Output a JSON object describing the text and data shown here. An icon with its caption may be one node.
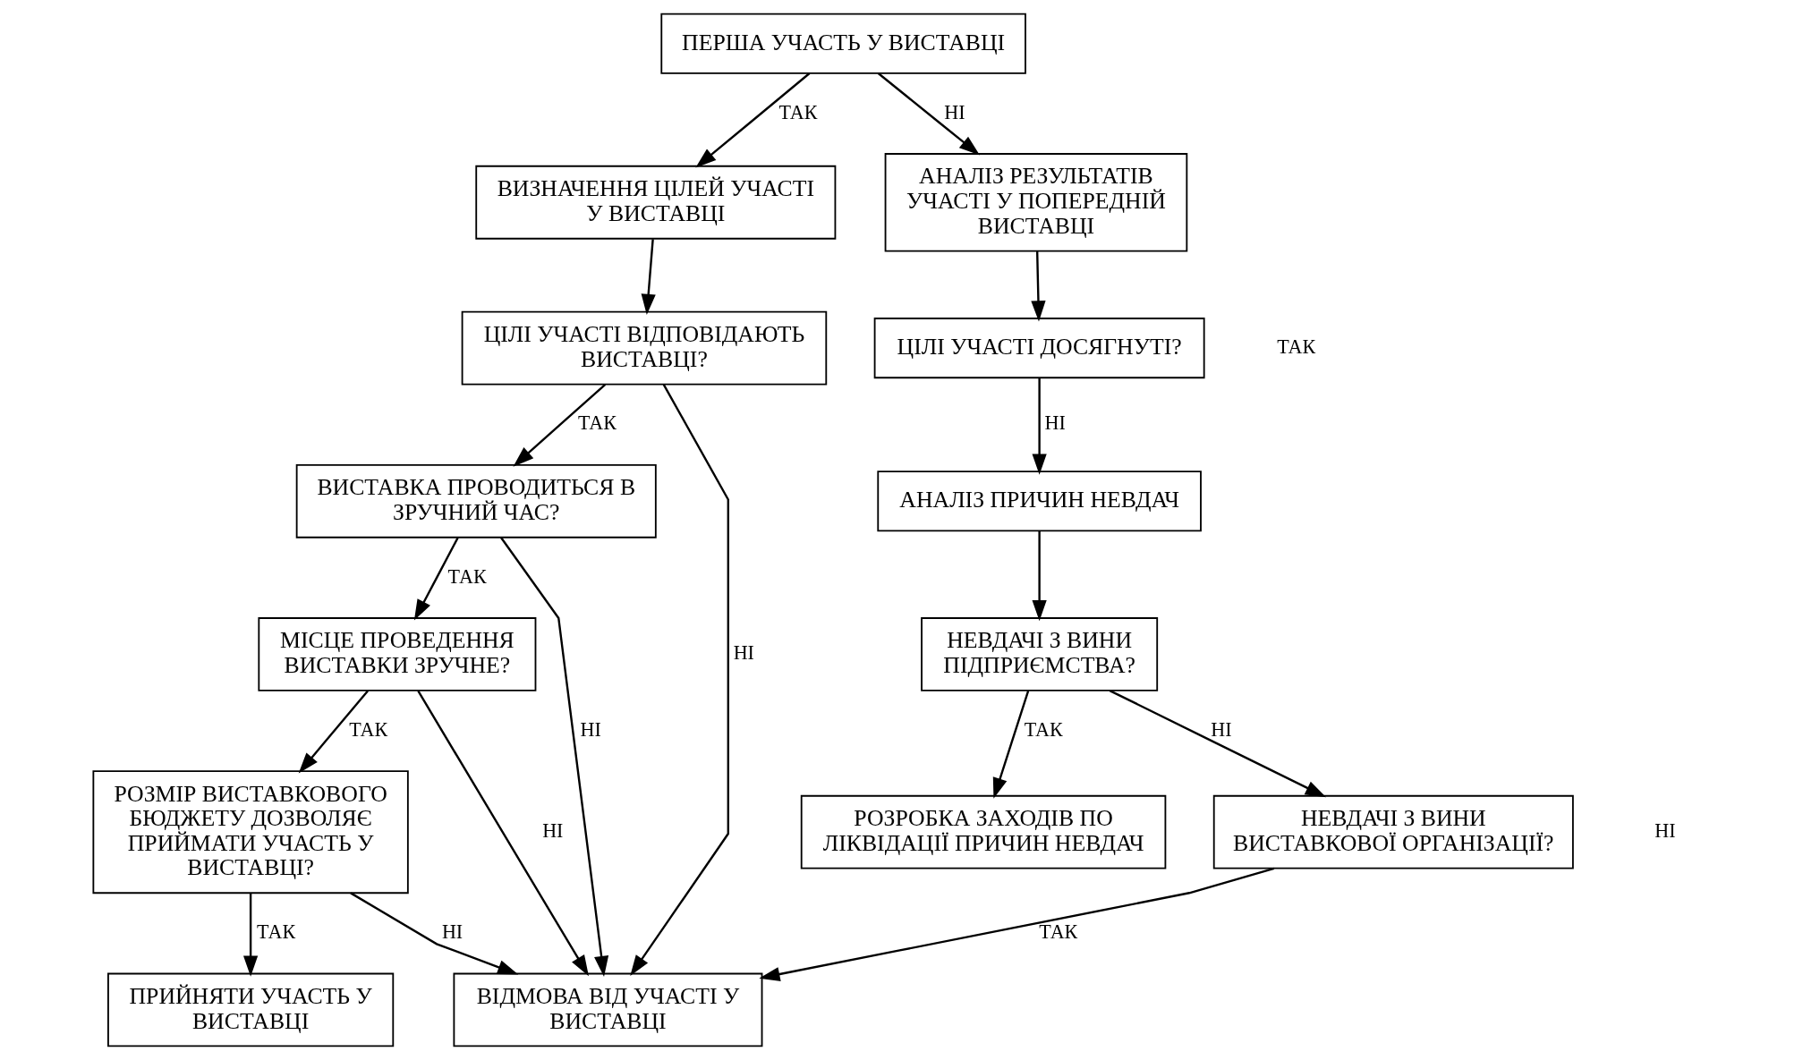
{
  "diagram": {
    "nodes": [
      {
        "text": [
          "ПЕРША УЧАСТЬ У ВИСТАВЦІ"
        ]
      },
      {
        "text": [
          "ВИЗНАЧЕННЯ ЦІЛЕЙ УЧАСТІ У ВИСТАВЦІ"
        ]
      },
      {
        "text": [
          "АНАЛІЗ РЕЗУЛЬТАТІВ УЧАСТІ У ПОПЕРЕДНІЙ ВИСТАВЦІ"
        ]
      },
      {
        "text": [
          "ЦІЛІ УЧАСТІ ВІДПОВІДАЮТЬ ВИСТАВЦІ?"
        ]
      },
      {
        "text": [
          "ЦІЛІ УЧАСТІ ДОСЯГНУТІ?"
        ]
      },
      {
        "text": [
          "ВИСТАВКА ПРОВОДИТЬСЯ В ЗРУЧНИЙ ЧАС?"
        ]
      },
      {
        "text": [
          "АНАЛІЗ ПРИЧИН НЕВДАЧ"
        ]
      },
      {
        "text": [
          "МІСЦЕ ПРОВЕДЕННЯ ВИСТАВКИ ЗРУЧНЕ?"
        ]
      },
      {
        "text": [
          "НЕВДАЧІ З ВИНИ ПІДПРИЄМСТВА?"
        ]
      },
      {
        "text": [
          "РОЗМІР ВИСТАВКОВОГО БЮДЖЕТУ ДОЗВОЛЯЄ ПРИЙМАТИ УЧАСТЬ У ВИСТАВЦІ?"
        ]
      },
      {
        "text": [
          "РОЗРОБКА ЗАХОДІВ ПО ЛІКВІДАЦІЇ ПРИЧИН НЕВДАЧ"
        ]
      },
      {
        "text": [
          "НЕВДАЧІ З ВИНИ ВИСТАВКОВОЇ ОРГАНІЗАЦІЇ?"
        ]
      },
      {
        "text": [
          "ПРИЙНЯТИ УЧАСТЬ У ВИСТАВЦІ"
        ]
      },
      {
        "text": [
          "ВІДМОВА ВІД УЧАСТІ У ВИСТАВЦІ"
        ]
      }
    ],
    "edges": [
      {
        "from": 0,
        "to": 1,
        "arrow": "to",
        "label": "ТАК"
      },
      {
        "from": 0,
        "to": 2,
        "arrow": "to",
        "label": "НІ"
      },
      {
        "from": 1,
        "to": 3,
        "arrow": "to"
      },
      {
        "from": 3,
        "to": 5,
        "arrow": "to",
        "label": "ТАК"
      },
      {
        "from": 3,
        "to": 13,
        "arrow": "to",
        "label": "НІ"
      },
      {
        "from": 5,
        "to": 7,
        "arrow": "to",
        "label": "ТАК"
      },
      {
        "from": 5,
        "to": 13,
        "arrow": "to",
        "label": "НІ"
      },
      {
        "from": 7,
        "to": 9,
        "arrow": "to",
        "label": "ТАК"
      },
      {
        "from": 7,
        "to": 13,
        "arrow": "to",
        "label": "НІ"
      },
      {
        "from": 9,
        "to": 12,
        "arrow": "to",
        "label": "ТАК"
      },
      {
        "from": 9,
        "to": 13,
        "arrow": "to",
        "label": "НІ"
      },
      {
        "from": 2,
        "to": 4,
        "arrow": "to"
      },
      {
        "from": 4,
        "to": 6,
        "arrow": "to",
        "label": "НІ"
      },
      {
        "from": 6,
        "to": 8,
        "arrow": "to"
      },
      {
        "from": 8,
        "to": 10,
        "arrow": "to",
        "label": "ТАК"
      },
      {
        "from": 8,
        "to": 11,
        "arrow": "to",
        "label": "НІ"
      },
      {
        "from": 11,
        "to": 13,
        "arrow": "to",
        "label": "ТАК"
      }
    ],
    "labels": [
      "ТАК",
      "НІ"
    ]
  }
}
